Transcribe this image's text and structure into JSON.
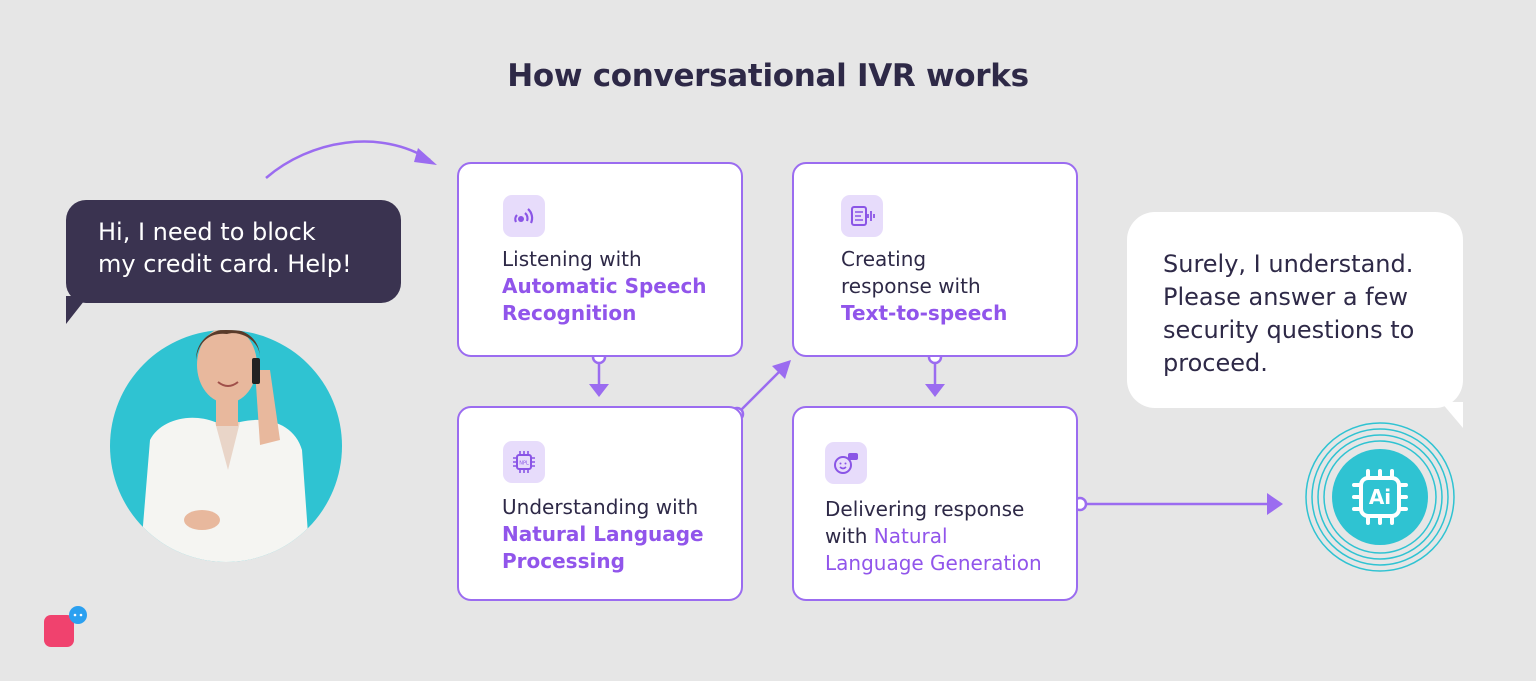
{
  "title": "How conversational IVR works",
  "user_bubble": {
    "line1": "Hi, I need to block",
    "line2": "my credit card. Help!"
  },
  "bot_bubble": {
    "line1": "Surely, I understand.",
    "line2": "Please answer a few",
    "line3": "security questions to",
    "line4": "proceed."
  },
  "steps": [
    {
      "icon": "speech-wave-icon",
      "plain": "Listening with",
      "highlight_line1": "Automatic Speech",
      "highlight_line2": "Recognition"
    },
    {
      "icon": "npl-chip-icon",
      "plain": "Understanding with",
      "highlight_line1": "Natural Language",
      "highlight_line2": "Processing"
    },
    {
      "icon": "text-audio-icon",
      "plain_line1": "Creating",
      "plain_line2": "response with",
      "highlight": "Text-to-speech"
    },
    {
      "icon": "smiley-chat-icon",
      "plain_line1": "Delivering response",
      "plain_line2": "with",
      "highlight_line1": "Natural",
      "highlight_line2": "Language Generation"
    }
  ],
  "ai_badge": {
    "label": "Ai",
    "icon": "ai-chip-icon"
  },
  "colors": {
    "accent": "#9b6cf0",
    "highlight": "#9155eb",
    "dark": "#2e2947",
    "teal": "#2fc3d2",
    "brand": "#f0426e"
  }
}
